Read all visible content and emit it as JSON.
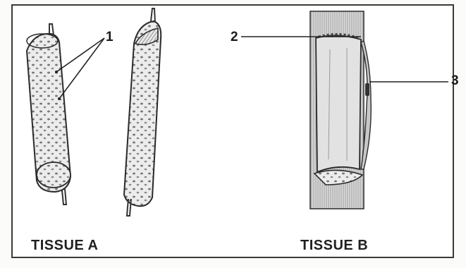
{
  "labels": {
    "one": "1",
    "two": "2",
    "three": "3"
  },
  "captions": {
    "tissue_a": "TISSUE A",
    "tissue_b": "TISSUE B"
  },
  "colors": {
    "ink": "#2a2a2a",
    "frame": "#3a3a3a",
    "shading": "#b9b9b9"
  }
}
